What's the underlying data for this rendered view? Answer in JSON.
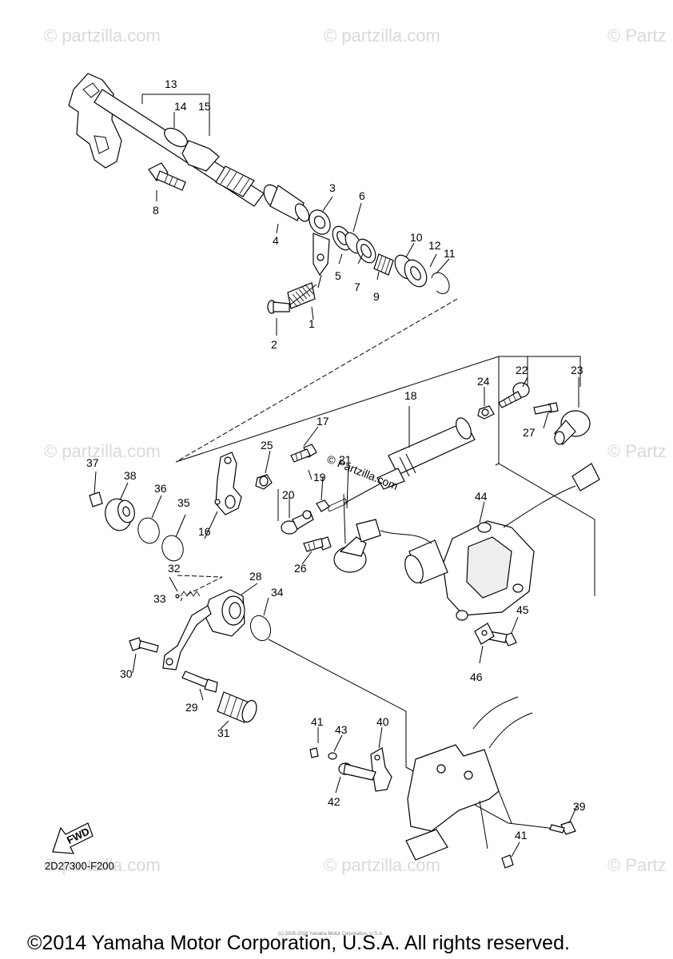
{
  "watermark": "© partzilla.com",
  "watermark_short": "© Partz",
  "center_watermark": "© Partzilla.com",
  "diagram_code": "2D27300-F200",
  "fwd_label": "FWD",
  "copyright": "©2014 Yamaha Motor Corporation, U.S.A. All rights reserved.",
  "tiny_copyright": "(c) 2005-2016 Yamaha Motor Corporation, U.S.A.",
  "callouts": [
    "1",
    "2",
    "3",
    "4",
    "5",
    "6",
    "7",
    "8",
    "9",
    "10",
    "11",
    "12",
    "13",
    "14",
    "15",
    "16",
    "17",
    "18",
    "19",
    "20",
    "21",
    "22",
    "23",
    "24",
    "25",
    "26",
    "27",
    "28",
    "29",
    "30",
    "31",
    "32",
    "33",
    "34",
    "35",
    "36",
    "37",
    "38",
    "39",
    "40",
    "41",
    "41",
    "42",
    "43",
    "44",
    "45",
    "46"
  ]
}
